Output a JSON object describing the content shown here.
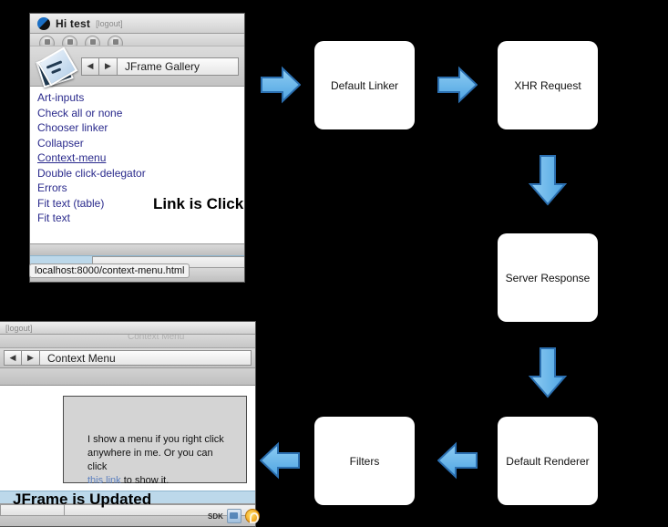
{
  "page": {
    "background": "#000000"
  },
  "top_window": {
    "titlebar": {
      "brand": "Hi test",
      "logout": "[logout]"
    },
    "toolbar_buttons": [
      "toolbar-dot-1",
      "toolbar-dot-2",
      "toolbar-dot-3",
      "toolbar-dot-4"
    ],
    "nav": {
      "back": "◀",
      "forward": "▶",
      "title": "JFrame Gallery"
    },
    "links": [
      {
        "label": "Art-inputs",
        "underlined": false
      },
      {
        "label": "Check all or none",
        "underlined": false
      },
      {
        "label": "Chooser linker",
        "underlined": false
      },
      {
        "label": "Collapser",
        "underlined": false
      },
      {
        "label": "Context-menu",
        "underlined": true
      },
      {
        "label": "Double click-delegator",
        "underlined": false
      },
      {
        "label": "Errors",
        "underlined": false
      },
      {
        "label": "Fit text (table)",
        "underlined": false
      },
      {
        "label": "Fit text",
        "underlined": false
      }
    ],
    "overlay_message": "Link is Click",
    "status_url": "localhost:8000/context-menu.html"
  },
  "bottom_window": {
    "logout": "[logout]",
    "ghost_title": "Context Menu",
    "nav": {
      "back": "◀",
      "forward": "▶",
      "title": "Context Menu"
    },
    "content": {
      "line1": "I show a menu if you right click",
      "line2": "anywhere in me. Or you can click",
      "link": "this link",
      "line3": " to show it."
    },
    "overlay_message": "JFrame is Updated",
    "sdk_label": "SDK"
  },
  "flowchart": {
    "accent": "#63b4ec",
    "accent_border": "#2b6fb0",
    "box_fill": "#ffffff",
    "nodes": [
      {
        "id": "default-linker",
        "label": "Default Linker"
      },
      {
        "id": "xhr-request",
        "label": "XHR Request"
      },
      {
        "id": "server-response",
        "label": "Server Response"
      },
      {
        "id": "default-renderer",
        "label": "Default Renderer"
      },
      {
        "id": "filters",
        "label": "Filters"
      }
    ],
    "arrows": [
      {
        "id": "arrow-in",
        "direction": "right"
      },
      {
        "id": "arrow-linker-to-xhr",
        "direction": "right"
      },
      {
        "id": "arrow-xhr-to-server",
        "direction": "down"
      },
      {
        "id": "arrow-server-to-renderer",
        "direction": "down"
      },
      {
        "id": "arrow-renderer-to-filters",
        "direction": "left"
      },
      {
        "id": "arrow-out",
        "direction": "left"
      }
    ]
  }
}
